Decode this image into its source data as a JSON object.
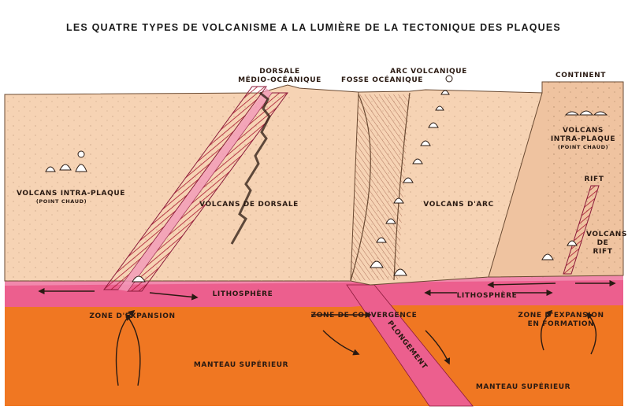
{
  "title": "LES QUATRE TYPES DE VOLCANISME A LA LUMIÈRE DE LA TECTONIQUE DES PLAQUES",
  "labels": {
    "dorsale_1": "DORSALE",
    "dorsale_2": "MÉDIO-OCÉANIQUE",
    "arc_1": "ARC VOLCANIQUE",
    "fosse": "FOSSE OCÉANIQUE",
    "continent": "CONTINENT",
    "volcans_intra_plaque_left": "VOLCANS INTRA-PLAQUE",
    "point_chaud_left": "(POINT CHAUD)",
    "volcans_de_dorsale": "VOLCANS DE DORSALE",
    "volcans_arc": "VOLCANS D'ARC",
    "volcans_intra_plaque_right_1": "VOLCANS",
    "volcans_intra_plaque_right_2": "INTRA-PLAQUE",
    "point_chaud_right": "(POINT CHAUD)",
    "rift": "RIFT",
    "volcans_de_rift_1": "VOLCANS",
    "volcans_de_rift_2": "DE",
    "volcans_de_rift_3": "RIFT",
    "lithosphere_left": "LITHOSPHÈRE",
    "lithosphere_right": "LITHOSPHÈRE",
    "zone_expansion": "ZONE D'EXPANSION",
    "zone_convergence": "ZONE DE CONVERGENCE",
    "zone_expansion_formation_1": "ZONE D'EXPANSION",
    "zone_expansion_formation_2": "EN FORMATION",
    "manteau_1": "MANTEAU SUPÉRIEUR",
    "manteau_2": "MANTEAU SUPÉRIEUR",
    "plongement": "PLONGEMENT"
  },
  "colors": {
    "crust": "#f6d3b4",
    "crust_dark": "#efc3a0",
    "lithosphere": "#ec5f8e",
    "lithosphere_light": "#f39ab9",
    "mantle": "#f07722",
    "mantle_dark": "#e5641a",
    "ink": "#2a1a12"
  }
}
